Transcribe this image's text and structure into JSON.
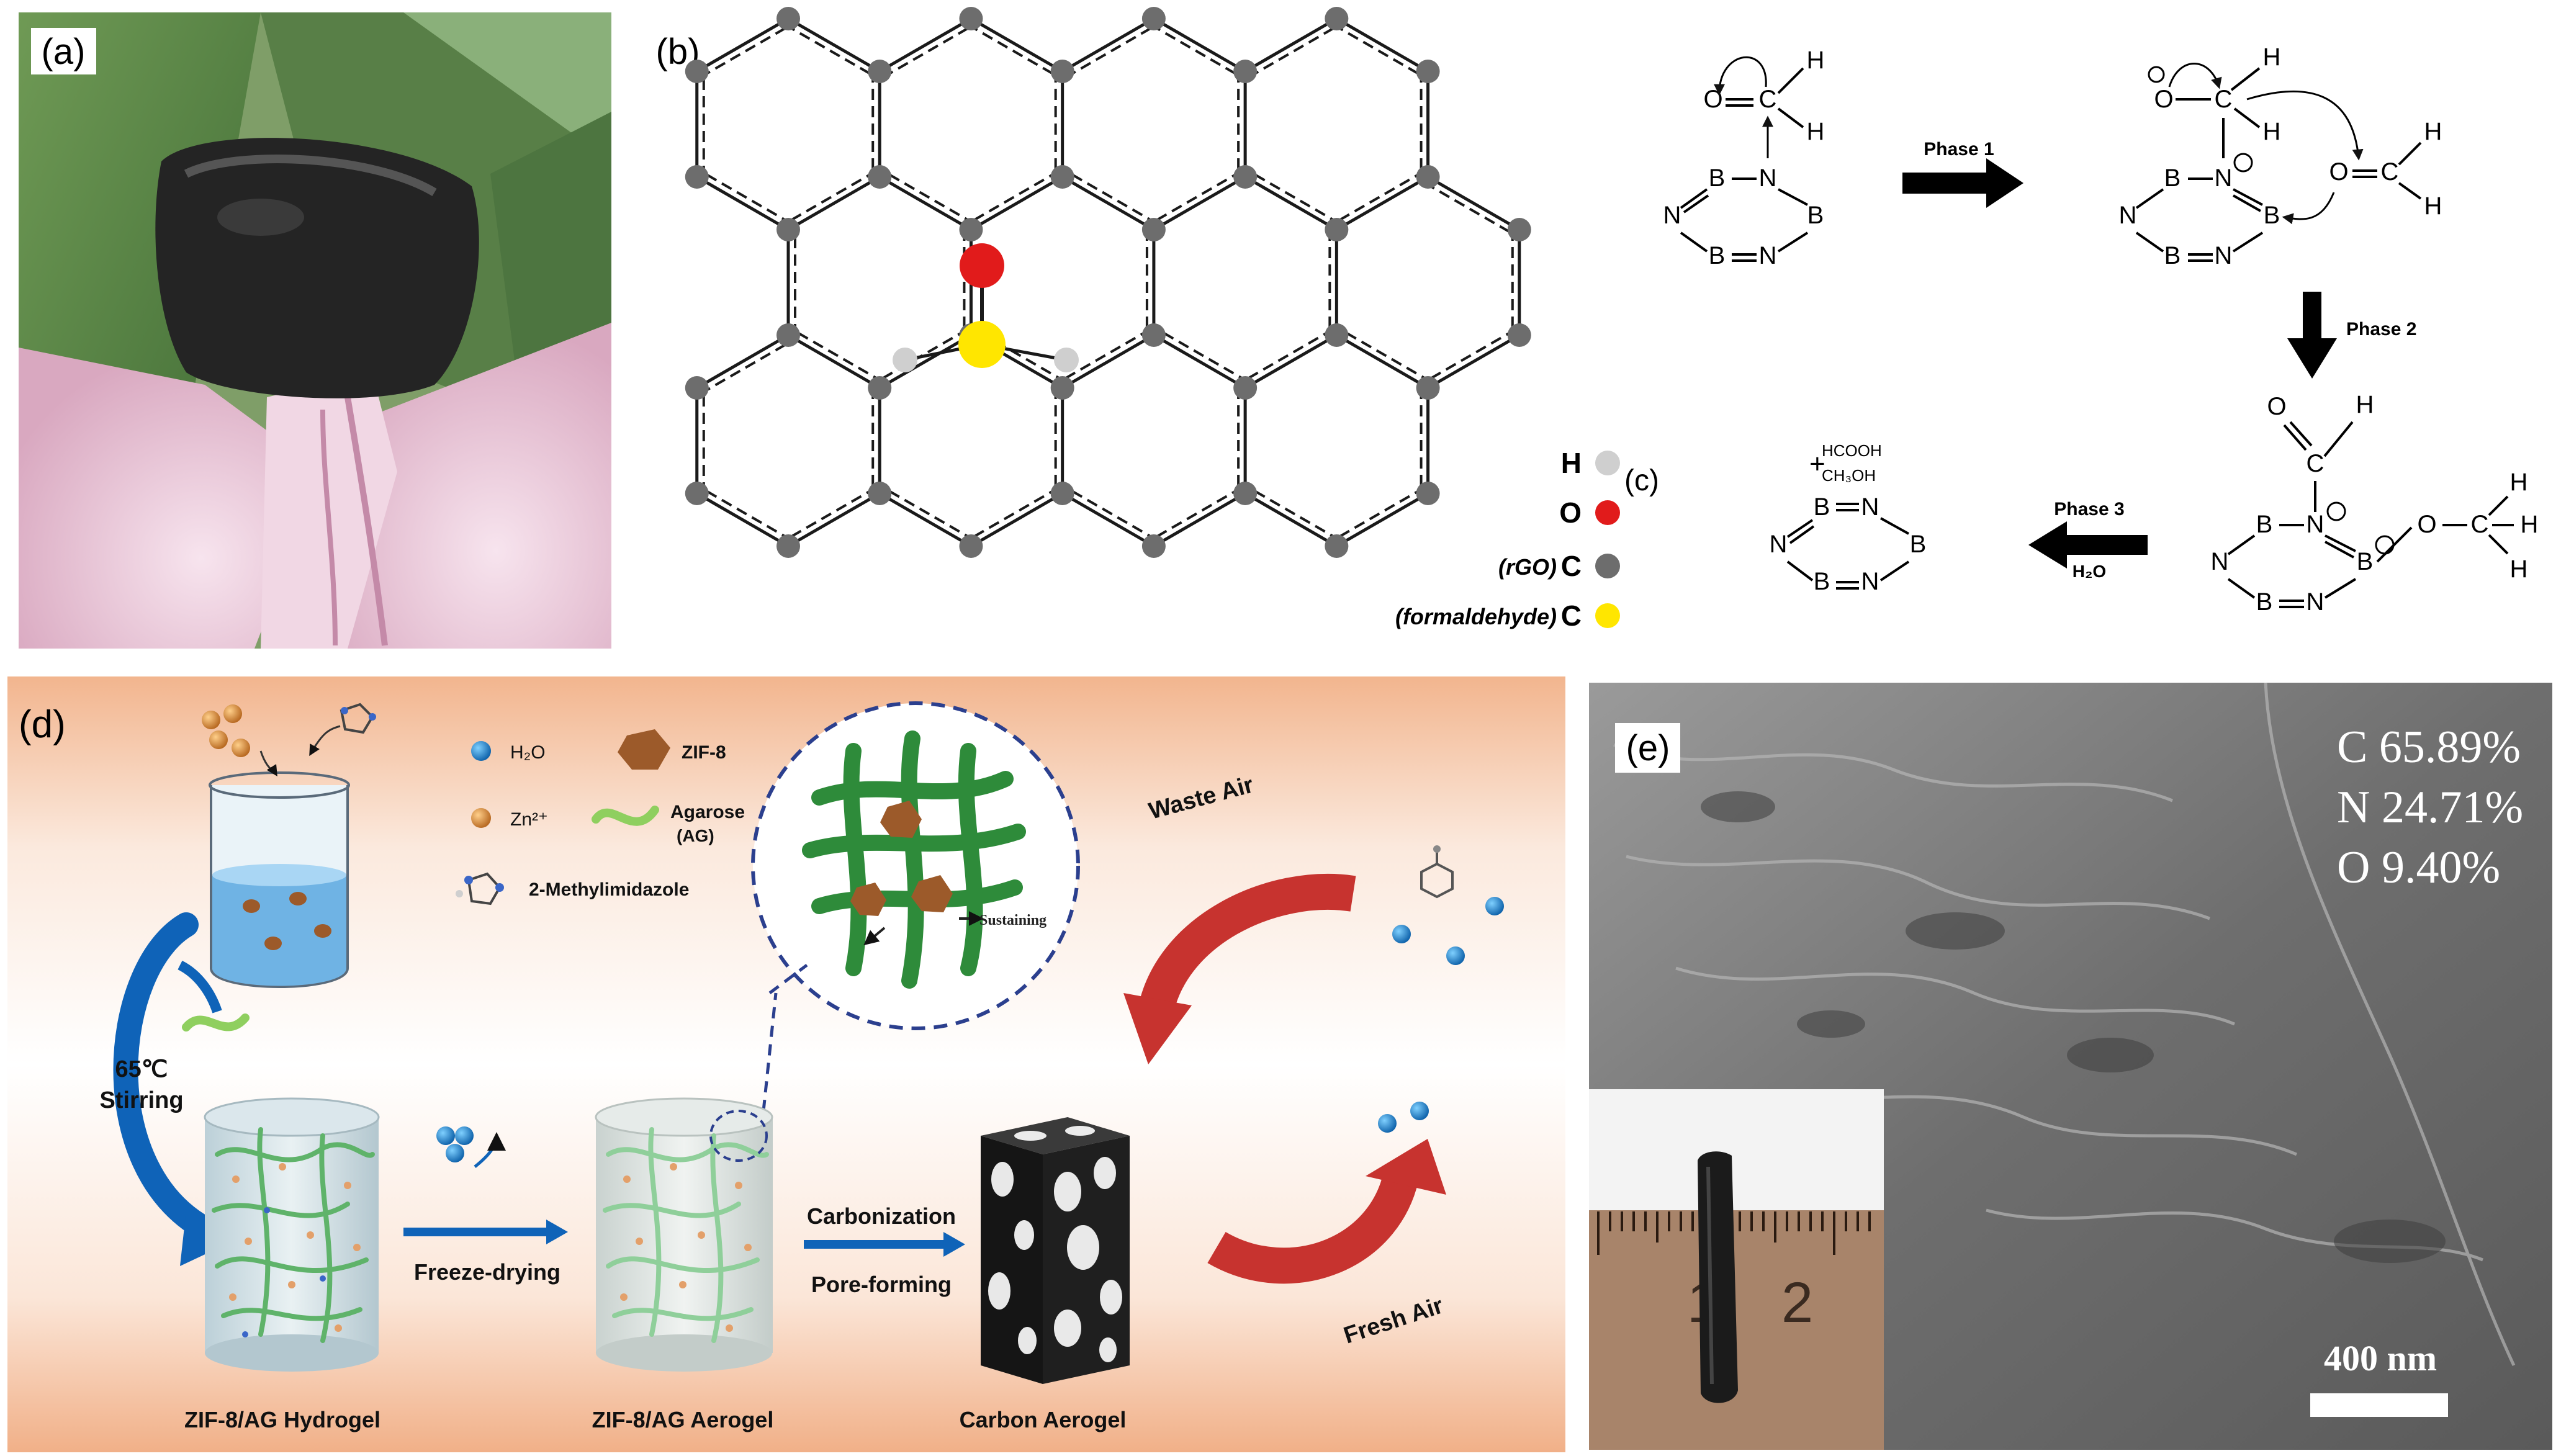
{
  "panels": {
    "a": {
      "label": "(a)"
    },
    "b": {
      "label": "(b)"
    },
    "c": {
      "label": "(c)"
    },
    "d": {
      "label": "(d)"
    },
    "e": {
      "label": "(e)"
    }
  },
  "legend_b": {
    "h": "H",
    "o": "O",
    "rgo_prefix": "(rGO)",
    "rgo_c": "C",
    "form_prefix": "(formaldehyde)",
    "form_c": "C",
    "colors": {
      "h": "#cfcfcf",
      "o": "#e11b1b",
      "c_rgo": "#6d6d6d",
      "c_formaldehyde": "#ffe600"
    }
  },
  "mechanism": {
    "phase1": "Phase 1",
    "phase2": "Phase 2",
    "phase3": "Phase 3",
    "h2o": "H₂O",
    "plus": "+",
    "hcooh": "HCOOH",
    "ch3oh": "CH₃OH",
    "atoms": {
      "B": "B",
      "N": "N",
      "O": "O",
      "C": "C",
      "H": "H"
    }
  },
  "schematic": {
    "legend": {
      "h2o": "H₂O",
      "zif8": "ZIF-8",
      "zn": "Zn²⁺",
      "agarose": "Agarose",
      "agarose_abbr": "(AG)",
      "mim": "2-Methylimidazole"
    },
    "step_temp": "65℃",
    "step_stirring": "Stirring",
    "freeze_drying": "Freeze-drying",
    "carbonization": "Carbonization",
    "pore_forming": "Pore-forming",
    "hydrogel": "ZIF-8/AG Hydrogel",
    "aerogel": "ZIF-8/AG Aerogel",
    "carbon_aerogel": "Carbon Aerogel",
    "waste_air": "Waste Air",
    "fresh_air": "Fresh Air",
    "sustaining": "Sustaining"
  },
  "sem": {
    "c": "C 65.89%",
    "n": "N 24.71%",
    "o": "O 9.40%",
    "scale": "400 nm",
    "ruler_1": "1",
    "ruler_2": "2"
  }
}
